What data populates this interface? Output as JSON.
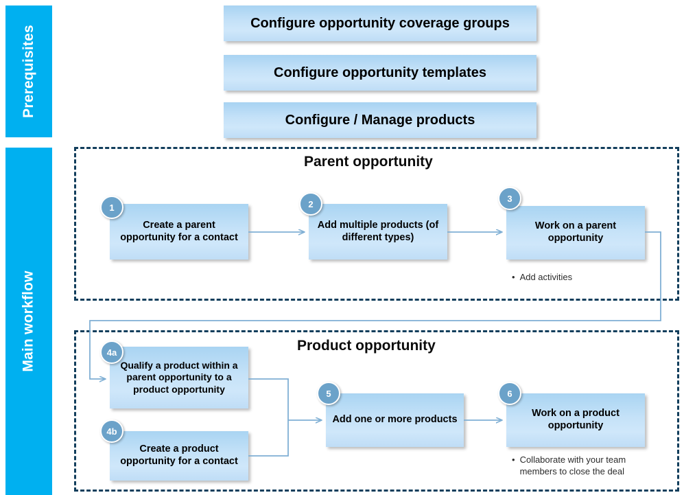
{
  "bands": [
    {
      "name": "prerequisites",
      "label": "Prerequisites"
    },
    {
      "name": "main-workflow",
      "label": "Main workflow"
    }
  ],
  "prerequisites": {
    "boxes": [
      {
        "label": "Configure opportunity coverage groups"
      },
      {
        "label": "Configure opportunity templates"
      },
      {
        "label": "Configure / Manage products"
      }
    ]
  },
  "groups": [
    {
      "name": "parent-opportunity",
      "title": "Parent opportunity"
    },
    {
      "name": "product-opportunity",
      "title": "Product opportunity"
    }
  ],
  "steps": [
    {
      "badge": "1",
      "label": "Create a parent opportunity for a contact"
    },
    {
      "badge": "2",
      "label": "Add multiple products (of different types)"
    },
    {
      "badge": "3",
      "label": "Work on a parent opportunity"
    },
    {
      "badge": "4a",
      "label": "Qualify a product within a parent opportunity to a product opportunity"
    },
    {
      "badge": "4b",
      "label": "Create a product opportunity for a contact"
    },
    {
      "badge": "5",
      "label": "Add one or more products"
    },
    {
      "badge": "6",
      "label": "Work on a product opportunity"
    }
  ],
  "notes": [
    {
      "name": "note-add-activities",
      "bullet": "•",
      "text": "Add activities"
    },
    {
      "name": "note-collaborate",
      "bullet": "•",
      "text": "Collaborate with your team members to close the deal"
    }
  ],
  "colors": {
    "band_blue": "#00B0F0",
    "box_fill_top": "#A9D4F2",
    "box_fill_bottom": "#BFDDF6",
    "badge_blue": "#6BA2C9",
    "dashed_border": "#123E5C",
    "connector": "#7FAFD4",
    "text": "#000000"
  }
}
